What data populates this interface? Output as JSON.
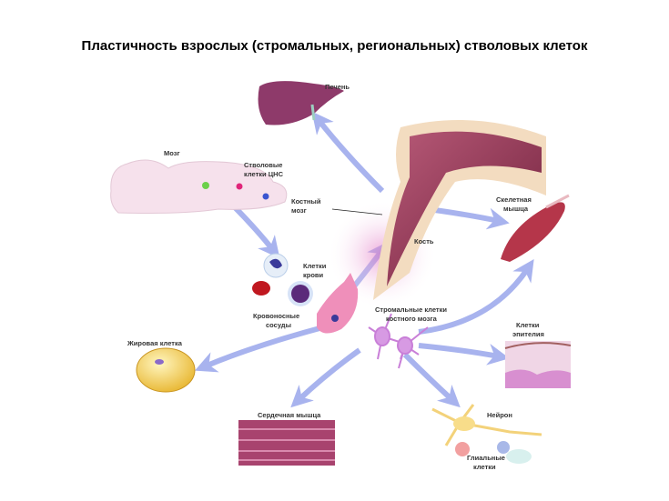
{
  "title": "Пластичность взрослых (стромальных, регинальных) стволовых клеток",
  "labels": {
    "liver": "Печень",
    "brain": "Мозг",
    "cns_stem_1": "Стволовые",
    "cns_stem_2": "клетки ЦНС",
    "marrow_1": "Костный",
    "marrow_2": "мозг",
    "bone": "Кость",
    "muscle_1": "Скелетная",
    "muscle_2": "мышца",
    "blood_1": "Клетки",
    "blood_2": "крови",
    "vessels_1": "Кровоносные",
    "vessels_2": "сосуды",
    "stromal_1": "Стромальные клетки",
    "stromal_2": "костного мозга",
    "fat": "Жировая клетка",
    "epithelium_1": "Клетки",
    "epithelium_2": "эпителия",
    "cardiac": "Сердечная мышца",
    "neuron": "Нейрон",
    "glia_1": "Глиальные",
    "glia_2": "клетки"
  },
  "colors": {
    "arrow": "#a8b3ee",
    "tissue": "#b0356a",
    "bone": "#f3dcc0"
  }
}
